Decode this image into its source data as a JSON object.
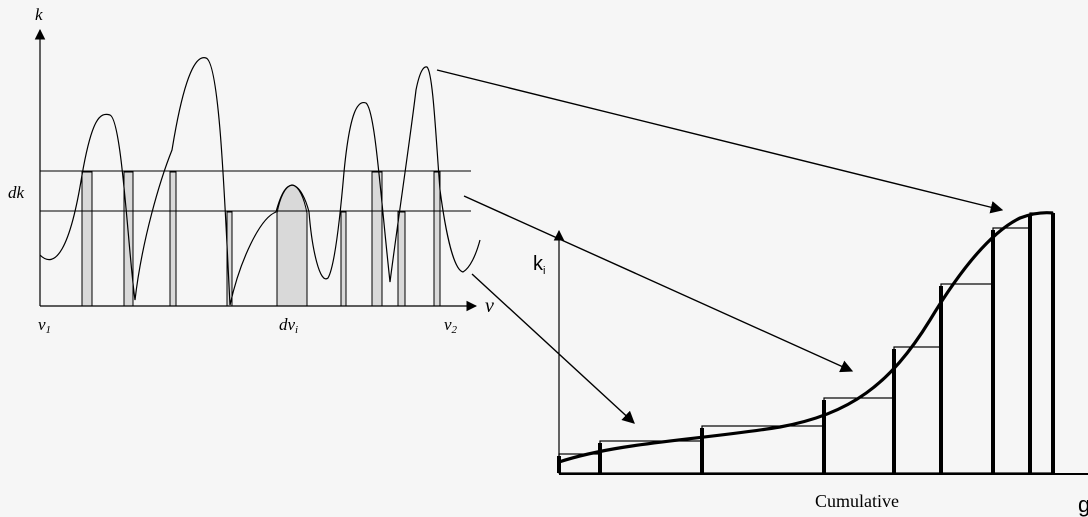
{
  "left_plot": {
    "y_axis_label": "k",
    "x_axis_label": "ν",
    "dk_label": "dk",
    "nu1_label": "ν",
    "nu1_sub": "1",
    "dnu_label": "dν",
    "dnu_sub": "i",
    "nu2_label": "ν",
    "nu2_sub": "2"
  },
  "right_plot": {
    "y_axis_label": "k",
    "y_axis_sub": "i",
    "x_axis_label": "Cumulative",
    "x_axis_trailing": "g"
  },
  "colors": {
    "background": "#f6f6f6",
    "line": "#000000",
    "shade": "#d9d9d9"
  }
}
